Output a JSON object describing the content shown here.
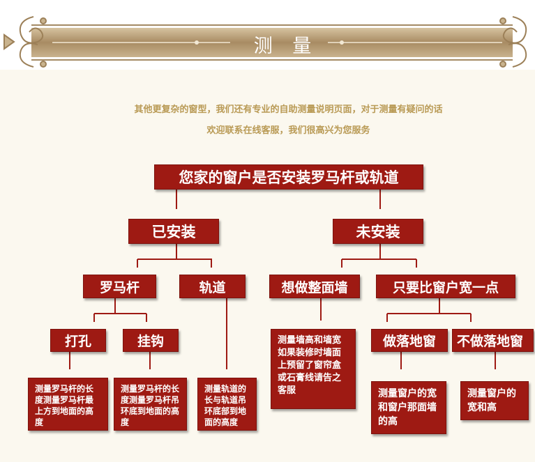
{
  "header": {
    "title": "测 量"
  },
  "intro": {
    "line1": "其他更复杂的窗型，我们还有专业的自助测量说明页面，对于测量有疑问的话",
    "line2": "欢迎联系在线客服，我们很高兴为您服务"
  },
  "flow": {
    "root": "您家的窗户是否安装罗马杆或轨道",
    "installed": "已安装",
    "not_installed": "未安装",
    "roman_rod": "罗马杆",
    "track": "轨道",
    "whole_wall": "想做整面墙",
    "wider": "只要比窗户宽一点",
    "drill": "打孔",
    "hook": "挂钩",
    "floor": "做落地窗",
    "no_floor": "不做落地窗",
    "drill_note": "测量罗马杆的长度测量罗马杆最上方到地面的高度",
    "hook_note": "测量罗马杆的长度测量罗马杆吊环底到地面的高度",
    "track_note": "测量轨道的长与轨道吊环底部到地面的高度",
    "wall_note": "测量墙高和墙宽如果装修时墙面上预留了窗帘盒或石膏线请告之客服",
    "floor_note": "测量窗户的宽和窗户那面墙的高",
    "no_floor_note": "测量窗户的宽和高"
  }
}
